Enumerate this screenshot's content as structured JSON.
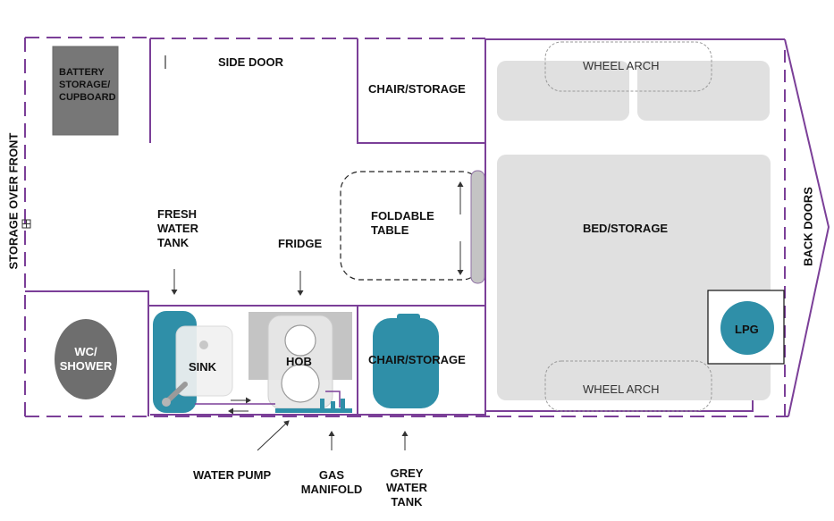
{
  "labels": {
    "battery": [
      "BATTERY",
      "STORAGE/",
      "CUPBOARD"
    ],
    "side_door": "SIDE DOOR",
    "chair_storage_top": "CHAIR/STORAGE",
    "wheel_arch_top": "WHEEL ARCH",
    "storage_front": "STORAGE OVER FRONT",
    "fresh_water": [
      "FRESH",
      "WATER",
      "TANK"
    ],
    "fridge": "FRIDGE",
    "foldable_table": [
      "FOLDABLE",
      "TABLE"
    ],
    "bed_storage": "BED/STORAGE",
    "back_doors": "BACK DOORS",
    "wc_shower": [
      "WC/",
      "SHOWER"
    ],
    "sink": "SINK",
    "hob": "HOB",
    "chair_storage_bottom": "CHAIR/STORAGE",
    "lpg": "LPG",
    "wheel_arch_bottom": "WHEEL ARCH",
    "water_pump": "WATER PUMP",
    "gas_manifold": [
      "GAS",
      "MANIFOLD"
    ],
    "grey_water": [
      "GREY",
      "WATER",
      "TANK"
    ]
  },
  "colors": {
    "wall": "#7b3f98",
    "tank": "#2f8fa8",
    "battery": "#777777",
    "wc": "#6e6e6e",
    "furniture": "#e0e0e0",
    "fridge": "#c4c4c4"
  }
}
